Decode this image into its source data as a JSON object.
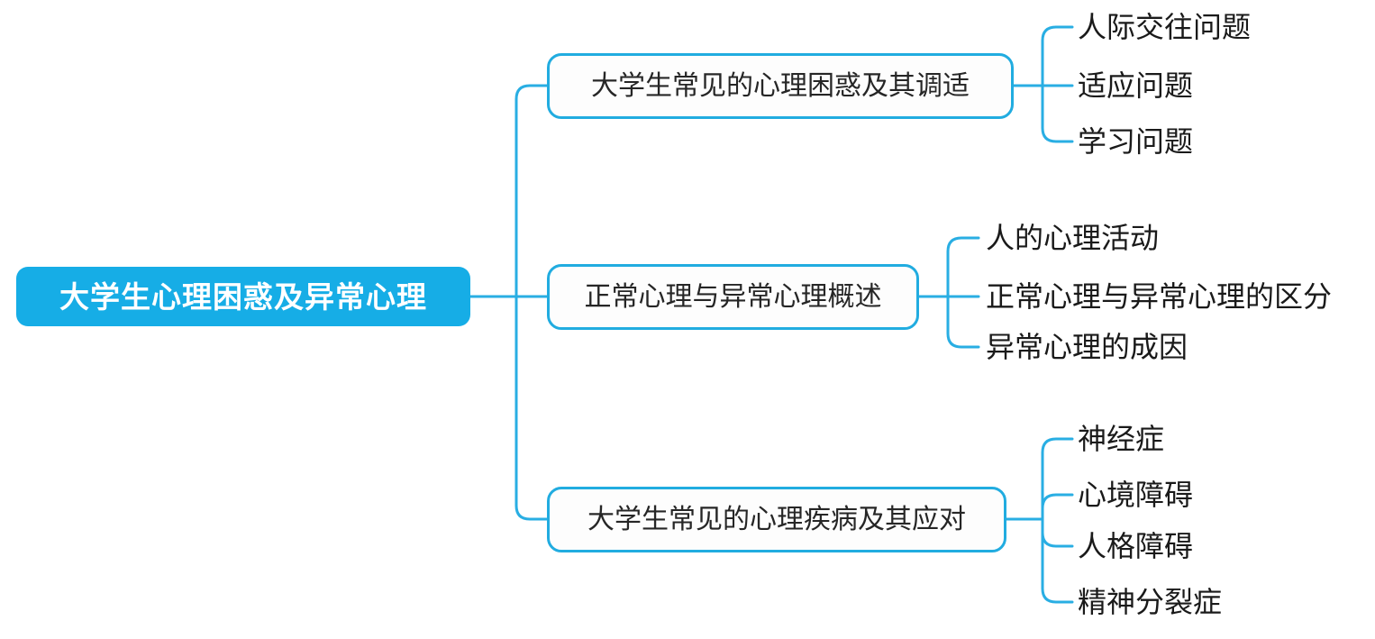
{
  "diagram": {
    "type": "mind-map",
    "title": "大学生心理困惑及异常心理",
    "orientation": "left-to-right",
    "colors": {
      "root_fill": "#16ADE6",
      "root_text": "#ffffff",
      "branch_border": "#21ACE0",
      "branch_fill": "#FDFDFD",
      "branch_text": "#262626",
      "connector": "#29AEE3",
      "leaf_text": "#1a1a1a",
      "background": "#ffffff"
    },
    "root": {
      "label": "大学生心理困惑及异常心理"
    },
    "branches": [
      {
        "label": "大学生常见的心理困惑及其调适",
        "leaves": [
          {
            "label": "人际交往问题"
          },
          {
            "label": "适应问题"
          },
          {
            "label": "学习问题"
          }
        ]
      },
      {
        "label": "正常心理与异常心理概述",
        "leaves": [
          {
            "label": "人的心理活动"
          },
          {
            "label": "正常心理与异常心理的区分"
          },
          {
            "label": "异常心理的成因"
          }
        ]
      },
      {
        "label": "大学生常见的心理疾病及其应对",
        "leaves": [
          {
            "label": "神经症"
          },
          {
            "label": "心境障碍"
          },
          {
            "label": "人格障碍"
          },
          {
            "label": "精神分裂症"
          }
        ]
      }
    ]
  }
}
